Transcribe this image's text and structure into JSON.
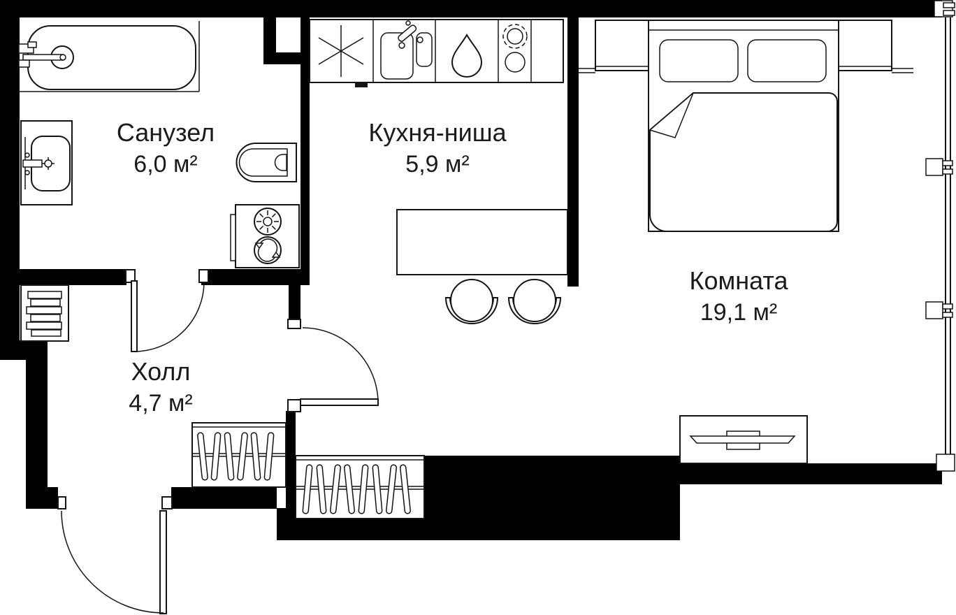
{
  "rooms": [
    {
      "id": "bathroom",
      "name": "Санузел",
      "area": "6,0 м²"
    },
    {
      "id": "kitchen",
      "name": "Кухня-ниша",
      "area": "5,9 м²"
    },
    {
      "id": "hall",
      "name": "Холл",
      "area": "4,7 м²"
    },
    {
      "id": "room",
      "name": "Комната",
      "area": "19,1 м²"
    }
  ],
  "colors": {
    "wall": "#000000",
    "line": "#141414",
    "background": "#ffffff",
    "text": "#1b1b1b"
  },
  "fixtures": [
    {
      "id": "bathtub",
      "icon": "bathtub-icon"
    },
    {
      "id": "wash-basin",
      "icon": "sink-icon"
    },
    {
      "id": "toilet",
      "icon": "toilet-icon"
    },
    {
      "id": "washer-dryer",
      "icon": "washer-dryer-icon"
    },
    {
      "id": "refrigerator",
      "icon": "snowflake-icon"
    },
    {
      "id": "kitchen-sink",
      "icon": "kitchen-sink-icon"
    },
    {
      "id": "wet-zone",
      "icon": "water-drop-icon"
    },
    {
      "id": "hob",
      "icon": "two-burner-stove-icon"
    },
    {
      "id": "dining-table",
      "icon": "table-icon"
    },
    {
      "id": "chair",
      "icon": "chair-icon"
    },
    {
      "id": "double-bed",
      "icon": "bed-icon"
    },
    {
      "id": "nightstand",
      "icon": "nightstand-icon"
    },
    {
      "id": "wardrobe",
      "icon": "hanger-rail-icon"
    },
    {
      "id": "tv-console",
      "icon": "tv-icon"
    },
    {
      "id": "shelf-radiator",
      "icon": "shelf-stack-icon"
    }
  ]
}
